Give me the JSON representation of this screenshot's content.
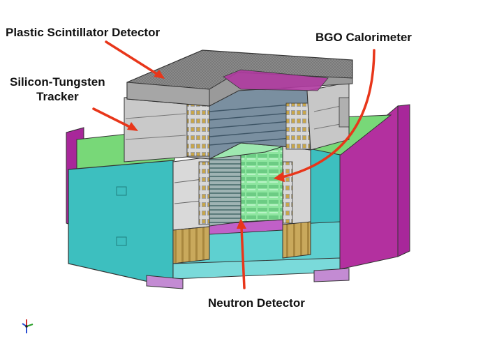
{
  "labels": {
    "plastic": "Plastic Scintillator Detector",
    "bgo": "BGO Calorimeter",
    "tracker_line1": "Silicon-Tungsten",
    "tracker_line2": "Tracker",
    "neutron": "Neutron Detector"
  },
  "colors": {
    "arrow": "#e8361a",
    "panel_teal": "#3dbfbf",
    "panel_green": "#78d878",
    "panel_magenta": "#a8279a",
    "calorimeter": "#8ee6a0",
    "tracker_grey": "#c9c9c9",
    "psd_top": "#8a8a8a"
  },
  "icons": [
    "axis-triad-icon"
  ]
}
